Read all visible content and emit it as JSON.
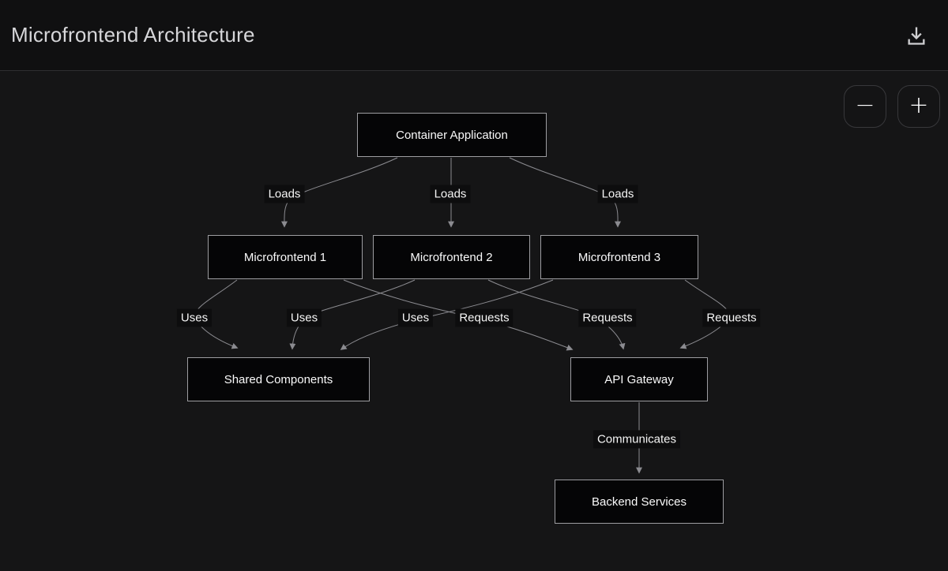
{
  "header": {
    "title": "Microfrontend Architecture",
    "download_icon": "download-icon"
  },
  "controls": {
    "zoom_out": "−",
    "zoom_in": "+"
  },
  "diagram": {
    "nodes": [
      {
        "id": "container-application",
        "label": "Container Application"
      },
      {
        "id": "microfrontend-1",
        "label": "Microfrontend 1"
      },
      {
        "id": "microfrontend-2",
        "label": "Microfrontend 2"
      },
      {
        "id": "microfrontend-3",
        "label": "Microfrontend 3"
      },
      {
        "id": "shared-components",
        "label": "Shared Components"
      },
      {
        "id": "api-gateway",
        "label": "API Gateway"
      },
      {
        "id": "backend-services",
        "label": "Backend Services"
      }
    ],
    "edges": [
      {
        "from": "Container Application",
        "to": "Microfrontend 1",
        "label": "Loads"
      },
      {
        "from": "Container Application",
        "to": "Microfrontend 2",
        "label": "Loads"
      },
      {
        "from": "Container Application",
        "to": "Microfrontend 3",
        "label": "Loads"
      },
      {
        "from": "Microfrontend 1",
        "to": "Shared Components",
        "label": "Uses"
      },
      {
        "from": "Microfrontend 2",
        "to": "Shared Components",
        "label": "Uses"
      },
      {
        "from": "Microfrontend 3",
        "to": "Shared Components",
        "label": "Uses"
      },
      {
        "from": "Microfrontend 1",
        "to": "API Gateway",
        "label": "Requests"
      },
      {
        "from": "Microfrontend 2",
        "to": "API Gateway",
        "label": "Requests"
      },
      {
        "from": "Microfrontend 3",
        "to": "API Gateway",
        "label": "Requests"
      },
      {
        "from": "API Gateway",
        "to": "Backend Services",
        "label": "Communicates"
      }
    ],
    "colors": {
      "canvas_bg": "#151516",
      "header_bg": "#101011",
      "node_bg": "#050506",
      "node_border": "#9d9da1",
      "node_text": "#fafafa",
      "edge_stroke": "#8b8b90",
      "label_bg": "#0d0d0e",
      "title_text": "#d6d6d9"
    }
  }
}
